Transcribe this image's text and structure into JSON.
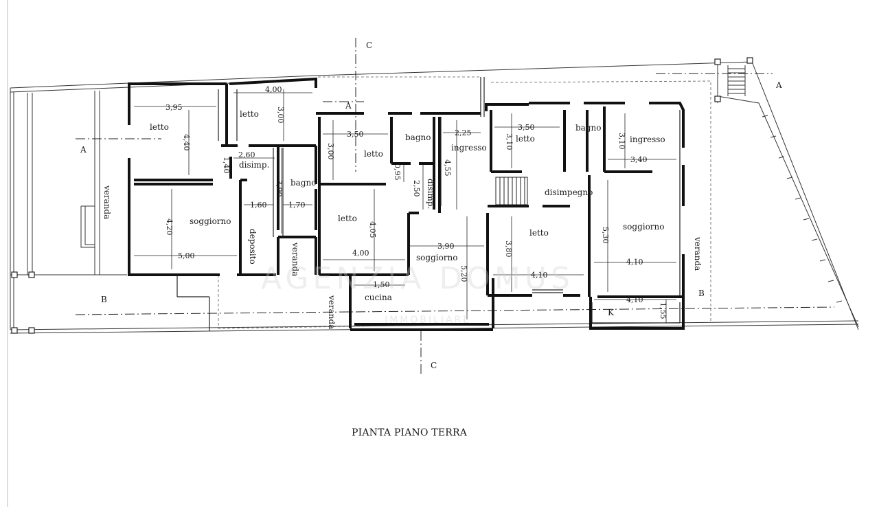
{
  "title": "PIANTA PIANO TERRA",
  "watermark": {
    "main": "AGENZIA DOMUS",
    "sub": "IMMOBILIARE"
  },
  "section_labels": {
    "a_left": "A",
    "a_mid": "A",
    "a_right": "A",
    "b_left": "B",
    "b_right": "B",
    "c_top": "C",
    "c_bottom": "C"
  },
  "rooms": {
    "letto_1": "letto",
    "letto_2": "letto",
    "letto_3": "letto",
    "letto_4": "letto",
    "letto_5": "letto",
    "letto_6": "letto",
    "disimp_1": "disimp.",
    "disimp_2": "disimp.",
    "disimpegno": "disimpegno",
    "bagno_1": "bagno",
    "bagno_2": "bagno",
    "bagno_3": "bagno",
    "soggiorno_1": "soggiorno",
    "soggiorno_2": "soggiorno",
    "soggiorno_3": "soggiorno",
    "deposito": "deposito",
    "ingresso_1": "ingresso",
    "ingresso_2": "ingresso",
    "cucina": "cucina",
    "k": "K",
    "veranda_1": "veranda",
    "veranda_2": "veranda",
    "veranda_3": "veranda",
    "veranda_4": "veranda"
  },
  "dimensions": {
    "d_3_95": "3,95",
    "d_4_00a": "4,00",
    "d_3_00a": "3,00",
    "d_4_40": "4,40",
    "d_1_40": "1,40",
    "d_2_60": "2,60",
    "d_3_90a": "3,90",
    "d_4_20": "4,20",
    "d_5_00": "5,00",
    "d_1_60": "1,60",
    "d_1_70": "1,70",
    "d_3_50a": "3,50",
    "d_3_00b": "3,00",
    "d_0_95": "0,95",
    "d_2_50": "2,50",
    "d_2_25": "2,25",
    "d_4_55": "4,55",
    "d_4_05": "4,05",
    "d_4_00b": "4,00",
    "d_1_50": "1,50",
    "d_3_90b": "3,90",
    "d_5_20": "5,20",
    "d_3_50b": "3,50",
    "d_3_10a": "3,10",
    "d_3_10b": "3,10",
    "d_3_40": "3,40",
    "d_3_80": "3,80",
    "d_4_10a": "4,10",
    "d_5_30": "5,30",
    "d_4_10b": "4,10",
    "d_4_10c": "4,10",
    "d_1_55": "1,55"
  }
}
